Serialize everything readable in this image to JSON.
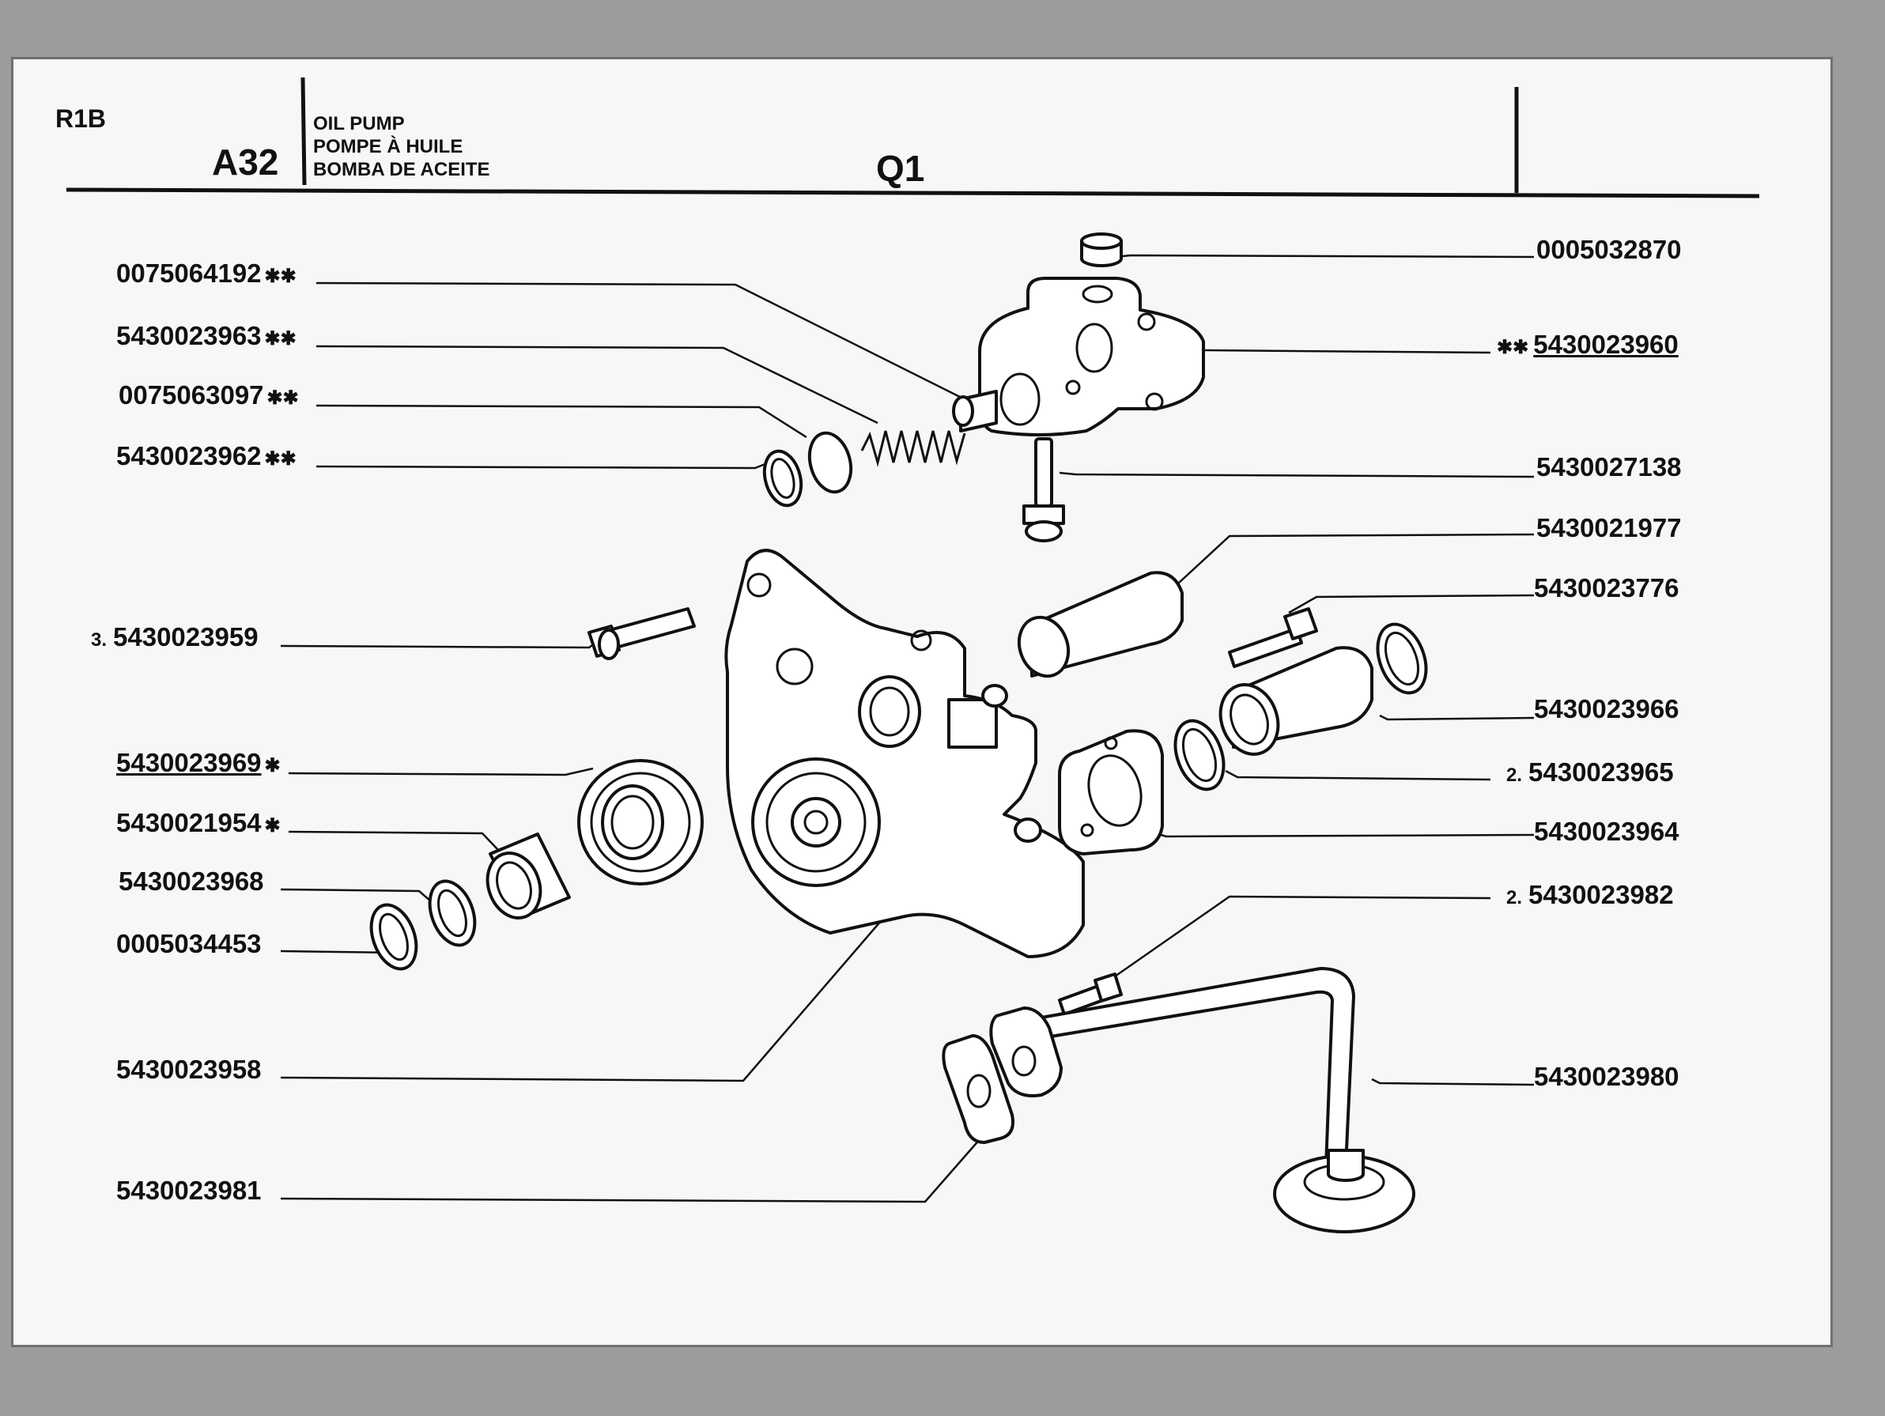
{
  "header": {
    "model": "R1B",
    "group": "A32",
    "title_en": "OIL PUMP",
    "title_fr": "POMPE À HUILE",
    "title_es": "BOMBA DE ACEITE",
    "section": "Q1"
  },
  "mark_double": "✱✱",
  "mark_single": "✱",
  "parts_left": [
    {
      "no": "0075064192",
      "mark": "✱✱"
    },
    {
      "no": "5430023963",
      "mark": "✱✱"
    },
    {
      "no": "0075063097",
      "mark": "✱✱"
    },
    {
      "no": "5430023962",
      "mark": "✱✱"
    },
    {
      "no": "5430023959",
      "qty": "3."
    },
    {
      "no": "5430023969",
      "mark": "✱"
    },
    {
      "no": "5430021954",
      "mark": "✱"
    },
    {
      "no": "5430023968"
    },
    {
      "no": "0005034453"
    },
    {
      "no": "5430023958"
    },
    {
      "no": "5430023981"
    }
  ],
  "parts_right": [
    {
      "no": "0005032870"
    },
    {
      "no": "5430023960",
      "mark": "✱✱"
    },
    {
      "no": "5430027138"
    },
    {
      "no": "5430021977"
    },
    {
      "no": "5430023776"
    },
    {
      "no": "5430023966"
    },
    {
      "no": "5430023965",
      "qty": "2."
    },
    {
      "no": "5430023964"
    },
    {
      "no": "5430023982",
      "qty": "2."
    },
    {
      "no": "5430023980"
    }
  ]
}
